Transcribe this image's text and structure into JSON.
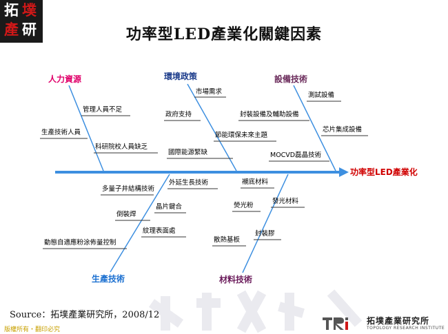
{
  "logo": {
    "chars": [
      "拓",
      "墣",
      "產",
      "研"
    ]
  },
  "title": "功率型LED產業化關鍵因素",
  "effect": "功率型LED產業化",
  "categories": {
    "top": [
      {
        "name": "人力資源",
        "color": "#e0006a",
        "labels": [
          "管理人員不足",
          "生產技術人員",
          "科研院校人員缺乏"
        ]
      },
      {
        "name": "環境政策",
        "color": "#1a3a8a",
        "labels": [
          "市場需求",
          "政府支持",
          "節能環保未來主題",
          "國際能源緊缺"
        ]
      },
      {
        "name": "設備技術",
        "color": "#6a2a5a",
        "labels": [
          "測試設備",
          "封裝設備及輔助設備",
          "芯片集成設備",
          "MOCVD磊晶技術"
        ]
      }
    ],
    "bottom": [
      {
        "name": "生產技術",
        "color": "#1a6fd0",
        "labels": [
          "外延生長技術",
          "多量子井結構技術",
          "晶片鍵合",
          "倒裝焊",
          "紋理表面處",
          "動態自適應粉涂佈量控制"
        ]
      },
      {
        "name": "材料技術",
        "color": "#6a1a5a",
        "labels": [
          "襯底材料",
          "熒光粉",
          "發光材料",
          "封裝膠",
          "散熱基板"
        ]
      }
    ]
  },
  "source": "Source：拓墣產業研究所，2008/12",
  "copyright": "版權所有・翻印必究",
  "footer_logo": {
    "mark": "TRi",
    "name": "拓墣產業研究所",
    "english": "TOPOLOGY RESEARCH INSTITUTE"
  }
}
